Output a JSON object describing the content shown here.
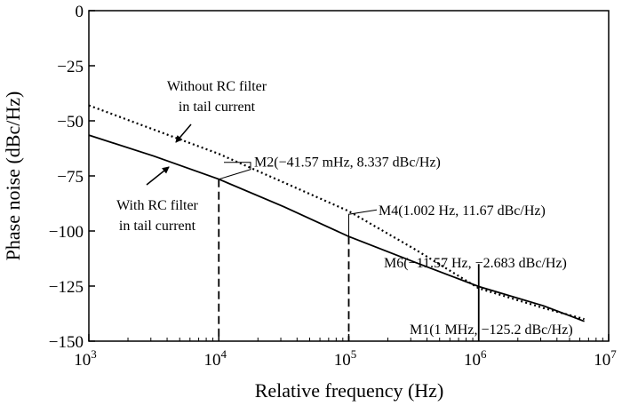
{
  "chart_data": {
    "type": "line",
    "xscale": "log",
    "xlim": [
      1000,
      10000000
    ],
    "ylim": [
      -150,
      0
    ],
    "xlabel": "Relative frequency (Hz)",
    "ylabel": "Phase noise (dBc/Hz)",
    "x_ticks": [
      {
        "value": 1000,
        "base": "10",
        "exp": "3"
      },
      {
        "value": 10000,
        "base": "10",
        "exp": "4"
      },
      {
        "value": 100000,
        "base": "10",
        "exp": "5"
      },
      {
        "value": 1000000,
        "base": "10",
        "exp": "6"
      },
      {
        "value": 10000000,
        "base": "10",
        "exp": "7"
      }
    ],
    "y_ticks": [
      {
        "value": 0,
        "label": "0"
      },
      {
        "value": -25,
        "label": "−25"
      },
      {
        "value": -50,
        "label": "−50"
      },
      {
        "value": -75,
        "label": "−75"
      },
      {
        "value": -100,
        "label": "−100"
      },
      {
        "value": -125,
        "label": "−125"
      },
      {
        "value": -150,
        "label": "−150"
      }
    ],
    "series": [
      {
        "key": "without",
        "style": "dotted",
        "x": [
          1000,
          3162,
          10000,
          31623,
          100000,
          316228,
          1000000,
          3162278,
          6500000
        ],
        "y": [
          -43,
          -54,
          -65,
          -78,
          -91,
          -108,
          -126,
          -135,
          -140
        ]
      },
      {
        "key": "with",
        "style": "solid",
        "x": [
          1000,
          3162,
          10000,
          31623,
          100000,
          316228,
          1000000,
          3162278,
          6500000
        ],
        "y": [
          -56.5,
          -66,
          -76.5,
          -89,
          -102.5,
          -114,
          -125.2,
          -134,
          -141
        ]
      }
    ],
    "markers": [
      {
        "x": 10000,
        "y": -76.5,
        "label": "M2(−41.57 mHz, 8.337 dBc/Hz)"
      },
      {
        "x": 100000,
        "y": -102.5,
        "label": "M4(1.002 Hz, 11.67 dBc/Hz)"
      },
      {
        "x": 1000000,
        "y": -125.2,
        "label": "M1(1 MHz, −125.2 dBc/Hz)"
      },
      {
        "x": 1000000,
        "y": -125.2,
        "label": "M6(−11.57 Hz, −2.683 dBc/Hz)"
      }
    ],
    "annotations": [
      {
        "lines": [
          "Without RC filter",
          "in tail current"
        ]
      },
      {
        "lines": [
          "With RC filter",
          "in tail current"
        ]
      }
    ]
  }
}
